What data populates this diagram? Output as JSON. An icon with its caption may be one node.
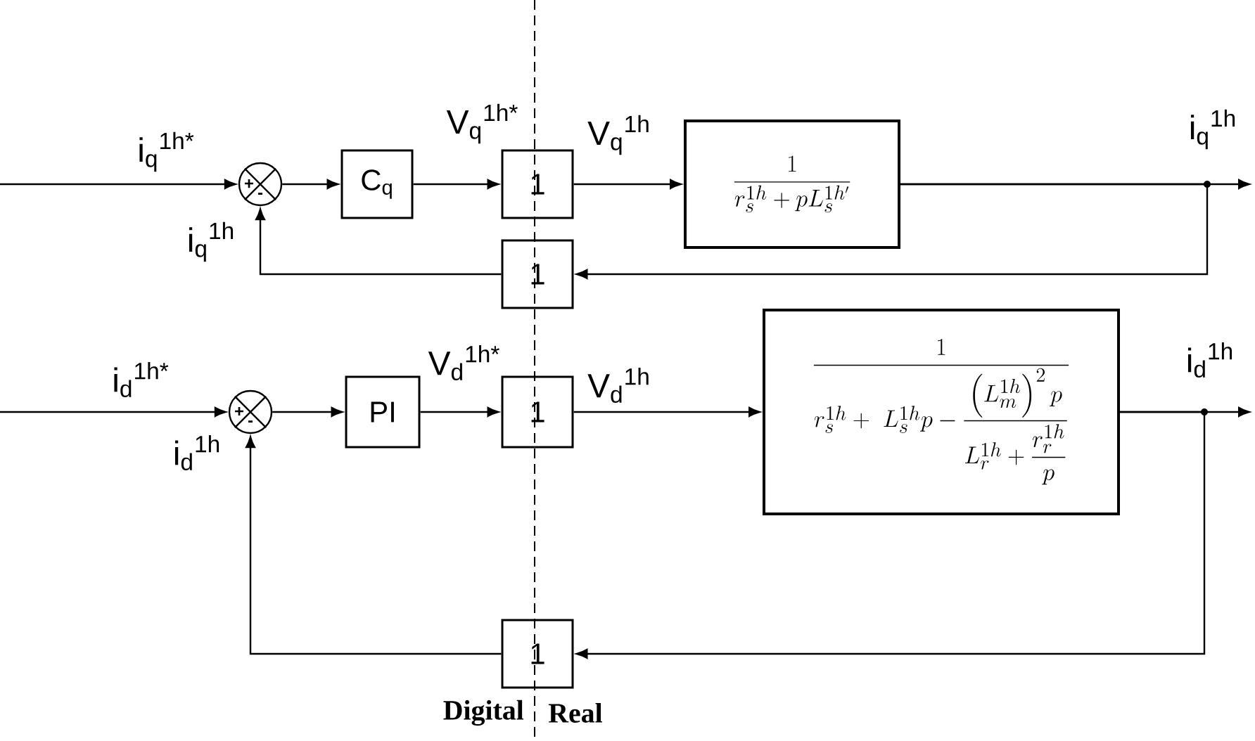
{
  "diagram": {
    "nodes": [
      {
        "text": [
          "+",
          "-"
        ]
      },
      {
        "text": [
          "C$_{q}$"
        ]
      },
      {
        "text": [
          "1"
        ]
      },
      {
        "text": [
          "\\frac{1}{r_s^{1h}+pL_s^{1h'}}"
        ]
      },
      {
        "text": [
          "1"
        ]
      },
      {
        "text": [
          "+",
          "-"
        ]
      },
      {
        "text": [
          "PI"
        ]
      },
      {
        "text": [
          "1"
        ]
      },
      {
        "text": [
          "\\frac{1}{r_s^{1h}+\\ L_s^{1h}p-\\dfrac{\\left(L_m^{1h}\\right)^2p}{L_r^{1h}+\\dfrac{r_r^{1h}}{p}}}"
        ]
      },
      {
        "text": [
          "1"
        ]
      }
    ],
    "edges": [
      {
        "from": null,
        "to": 0,
        "arrow": "to"
      },
      {
        "from": 0,
        "to": 1,
        "arrow": "to"
      },
      {
        "from": 1,
        "to": 2,
        "arrow": "to"
      },
      {
        "from": 2,
        "to": 3,
        "arrow": "to"
      },
      {
        "from": 3,
        "to": null,
        "arrow": "to"
      },
      {
        "from": 3,
        "to": 4,
        "arrow": "to"
      },
      {
        "from": 4,
        "to": 0,
        "arrow": "to"
      },
      {
        "from": null,
        "to": 5,
        "arrow": "to"
      },
      {
        "from": 5,
        "to": 6,
        "arrow": "to"
      },
      {
        "from": 6,
        "to": 7,
        "arrow": "to"
      },
      {
        "from": 7,
        "to": 8,
        "arrow": "to"
      },
      {
        "from": 8,
        "to": null,
        "arrow": "to"
      },
      {
        "from": 8,
        "to": 9,
        "arrow": "to"
      },
      {
        "from": 9,
        "to": 5,
        "arrow": "to"
      }
    ],
    "labels": [
      "i$_{q}$$^{1h*}$",
      "V$_{q}$$^{1h*}$",
      "V$_{q}$$^{1h}$",
      "i$_{q}$$^{1h}$",
      "i$_{q}$$^{1h}$",
      "i$_{d}$$^{1h*}$",
      "V$_{d}$$^{1h*}$",
      "V$_{d}$$^{1h}$",
      "i$_{d}$$^{1h}$",
      "i$_{d}$$^{1h}$",
      "Digital",
      "Real"
    ]
  }
}
